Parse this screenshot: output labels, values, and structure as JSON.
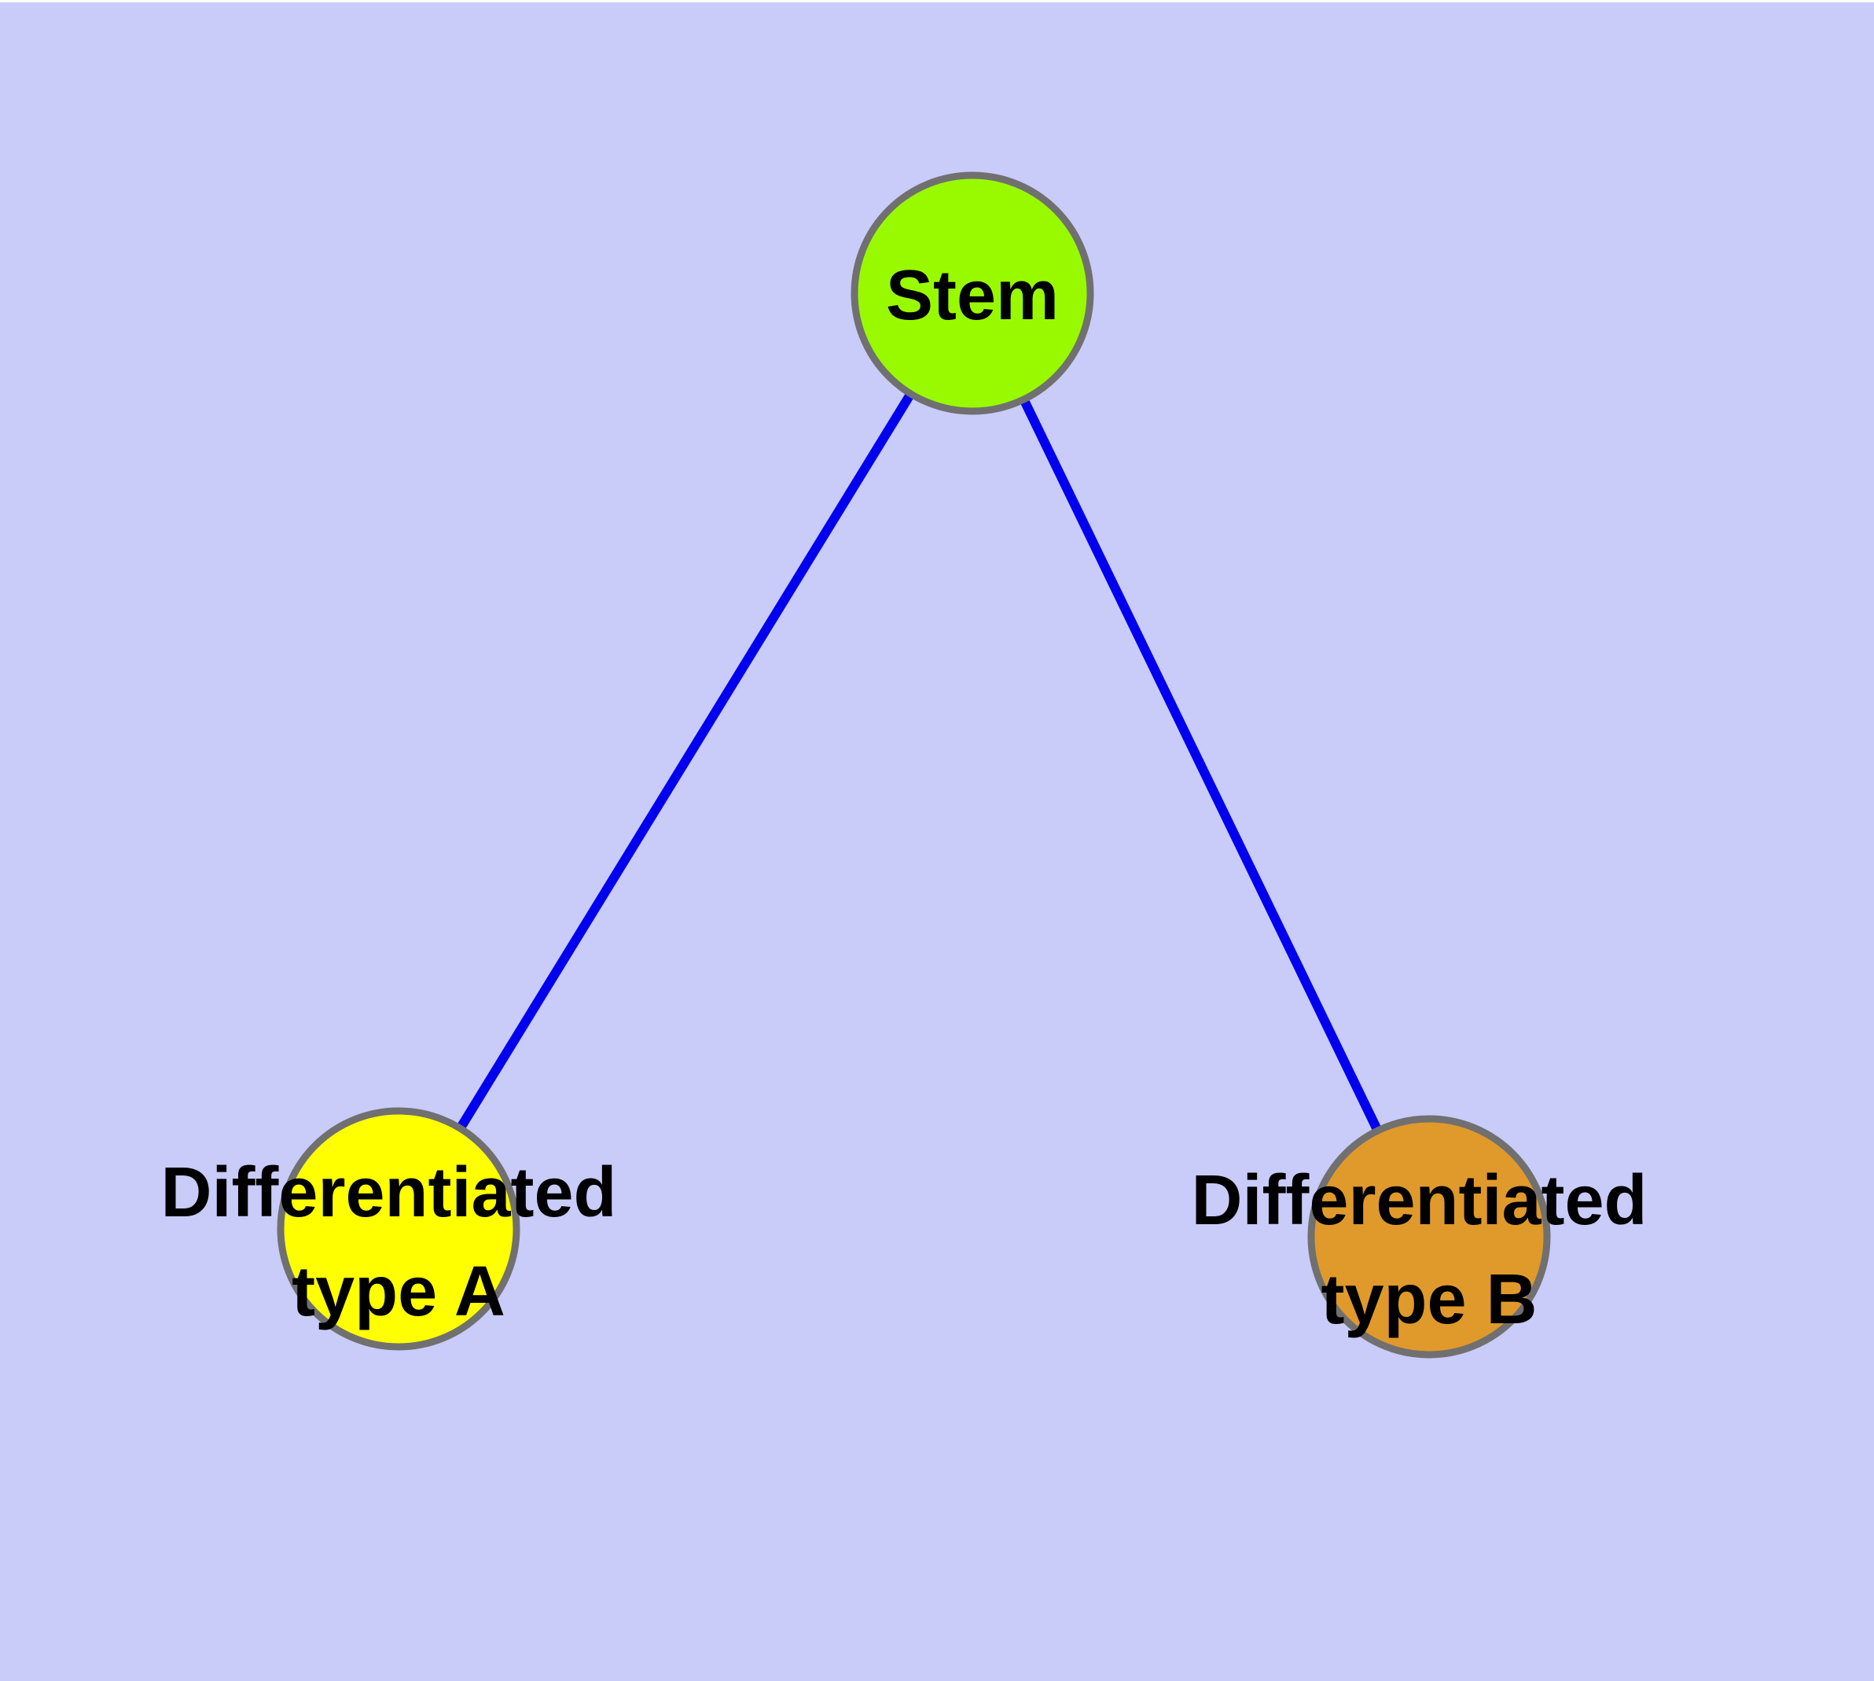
{
  "background": {
    "fill_color": "#C9CBF9",
    "top_strip_color": "#FFFFFF"
  },
  "diagram": {
    "type": "node-link-graph",
    "description": "Stem cell differentiation graph: one stem node linked to two differentiated cell-type nodes",
    "text_color": "#000000",
    "nodes": [
      {
        "id": "stem",
        "label": "Stem",
        "lines": [
          "Stem"
        ],
        "fill": "#99FA00",
        "border_color": "#707070"
      },
      {
        "id": "differentiated-type-a",
        "label": "Differentiated type A",
        "lines": [
          "Differentiated",
          "type A"
        ],
        "fill": "#FFFF00",
        "border_color": "#707070"
      },
      {
        "id": "differentiated-type-b",
        "label": "Differentiated type B",
        "lines": [
          "Differentiated",
          "type B"
        ],
        "fill": "#E0992B",
        "border_color": "#707070"
      }
    ],
    "edges": [
      {
        "from": "stem",
        "to": "differentiated-type-a",
        "color": "#0000EE"
      },
      {
        "from": "stem",
        "to": "differentiated-type-b",
        "color": "#0000EE"
      }
    ]
  }
}
